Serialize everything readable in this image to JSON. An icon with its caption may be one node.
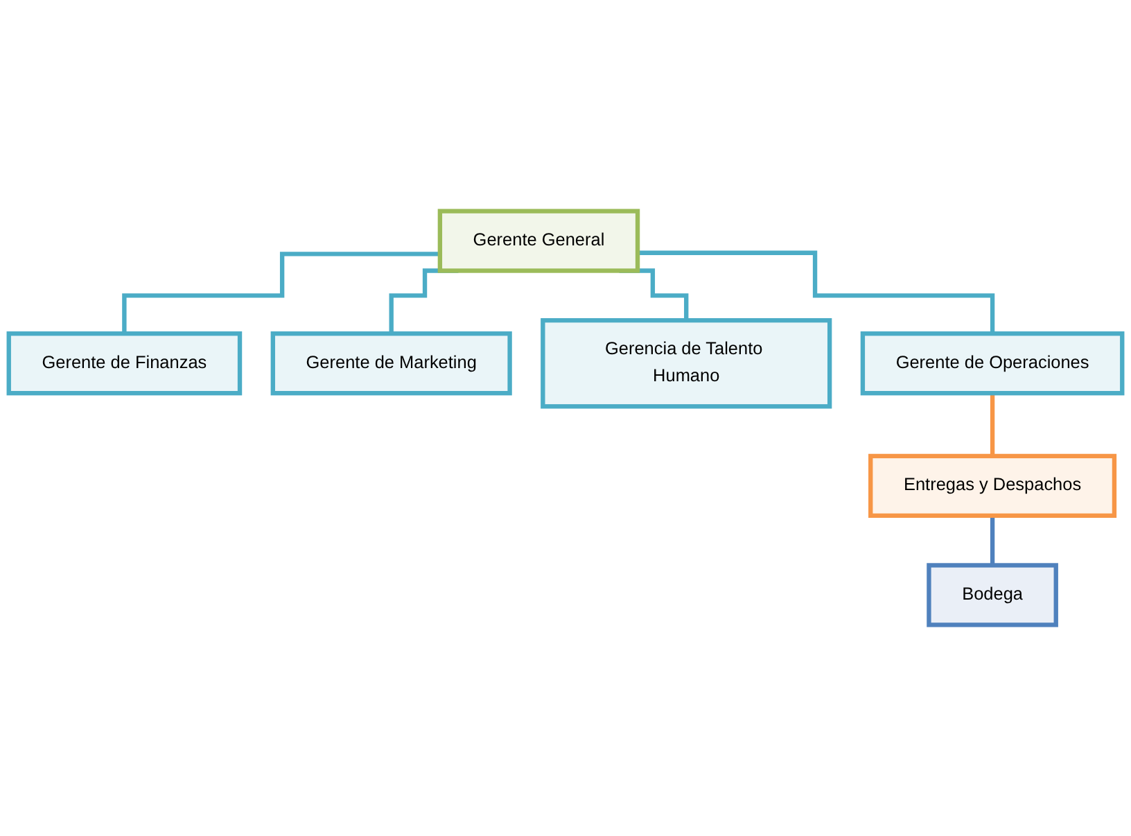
{
  "diagram": {
    "nodes": [
      {
        "text": [
          "Gerente General"
        ]
      },
      {
        "text": [
          "Gerente de Finanzas"
        ]
      },
      {
        "text": [
          "Gerente de Marketing"
        ]
      },
      {
        "text": [
          "Gerencia de Talento Humano"
        ]
      },
      {
        "text": [
          "Gerente de Operaciones"
        ]
      },
      {
        "text": [
          "Entregas y Despachos"
        ]
      },
      {
        "text": [
          "Bodega"
        ]
      }
    ],
    "edges": [
      {
        "from": 0,
        "to": 1,
        "arrow": "none"
      },
      {
        "from": 0,
        "to": 2,
        "arrow": "none"
      },
      {
        "from": 0,
        "to": 3,
        "arrow": "none"
      },
      {
        "from": 0,
        "to": 4,
        "arrow": "none"
      },
      {
        "from": 4,
        "to": 5,
        "arrow": "none",
        "color": "#f79646"
      },
      {
        "from": 5,
        "to": 6,
        "arrow": "none",
        "color": "#4f81bd"
      }
    ]
  }
}
